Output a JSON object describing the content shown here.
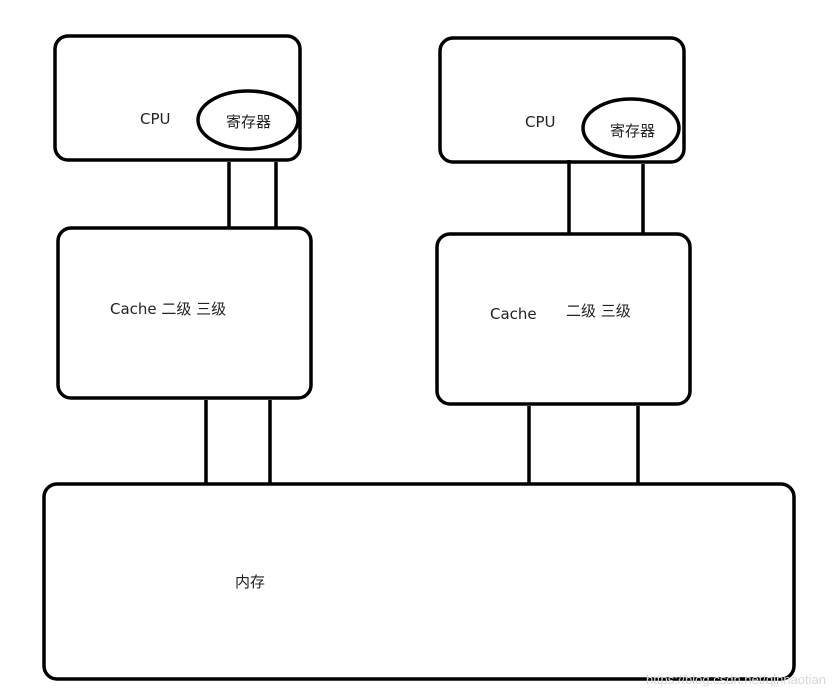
{
  "left_node": {
    "cpu_label": "CPU",
    "register_label": "寄存器",
    "cache_label": "Cache 二级  三级"
  },
  "right_node": {
    "cpu_label": "CPU",
    "register_label": "寄存器",
    "cache_label_main": "Cache",
    "cache_label_levels": "二级  三级"
  },
  "memory_label": "内存",
  "watermark_text": "https://blog.csdn.net/qinnaotian"
}
